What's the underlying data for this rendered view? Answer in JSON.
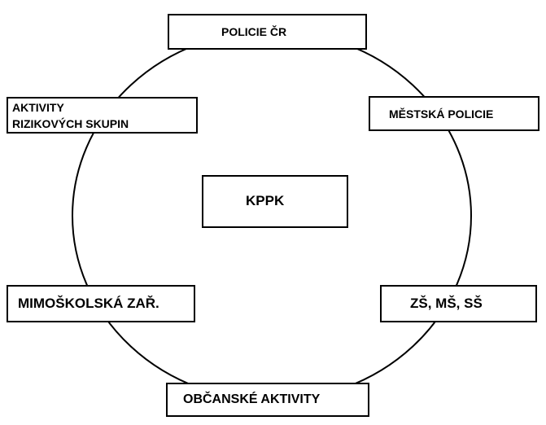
{
  "diagram": {
    "center": "KPPK",
    "nodes": {
      "policie_cr": "POLICIE ČR",
      "mestska_policie": "MĚSTSKÁ POLICIE",
      "zs_ms_ss": "ZŠ, MŠ, SŠ",
      "obcanske_aktivity": "OBČANSKÉ AKTIVITY",
      "mimoskolska_zar": "MIMOŠKOLSKÁ ZAŘ.",
      "aktivity_rizikovych_skupin": "AKTIVITY RIZIKOVÝCH SKUPIN"
    },
    "colors": {
      "line": "#000000",
      "background": "#ffffff"
    }
  }
}
